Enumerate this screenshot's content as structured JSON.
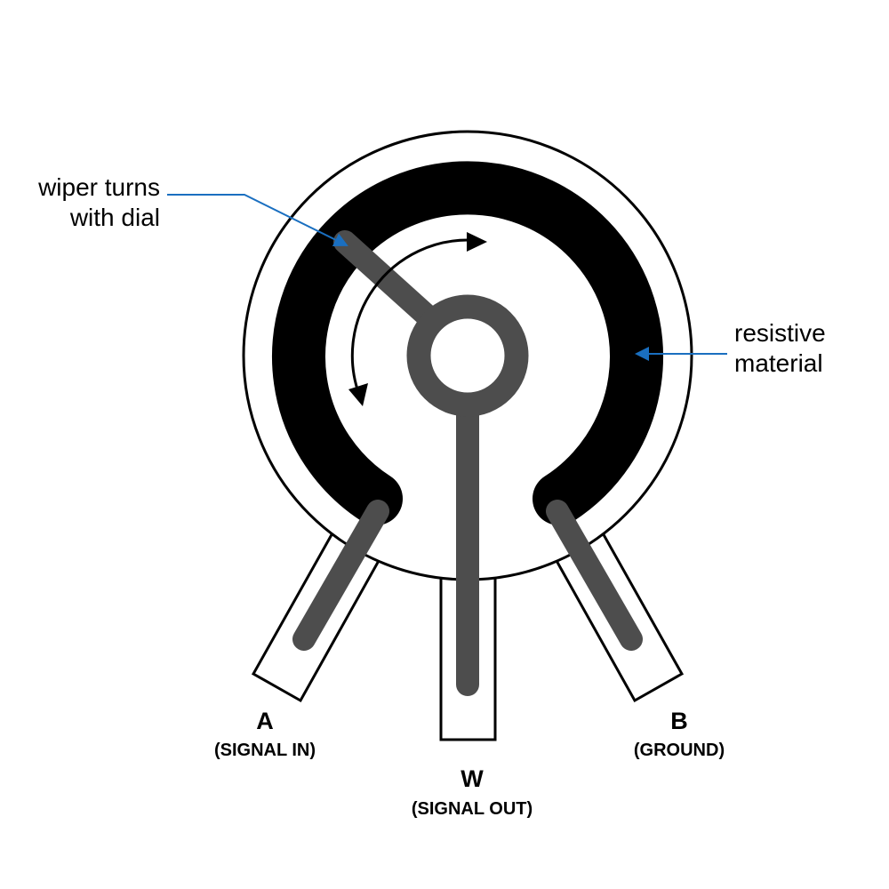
{
  "colors": {
    "ring": "#000000",
    "wiper": "#4d4d4d",
    "leader": "#1a6fc0"
  },
  "callouts": {
    "wiper": [
      "wiper turns",
      "with dial"
    ],
    "resistive": [
      "resistive",
      "material"
    ]
  },
  "terminals": {
    "a": {
      "letter": "A",
      "label": "(SIGNAL IN)"
    },
    "w": {
      "letter": "W",
      "label": "(SIGNAL OUT)"
    },
    "b": {
      "letter": "B",
      "label": "(GROUND)"
    }
  }
}
